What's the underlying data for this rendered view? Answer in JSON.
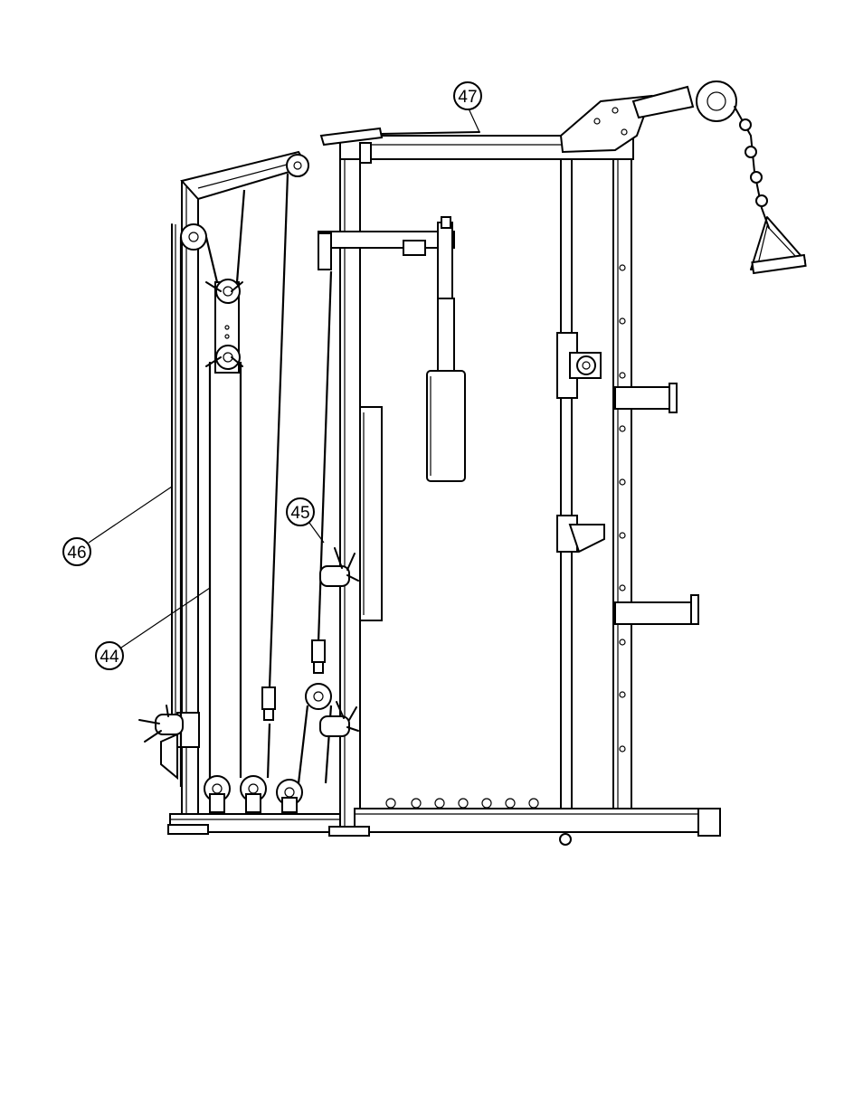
{
  "callouts": [
    {
      "label": "47"
    },
    {
      "label": "46"
    },
    {
      "label": "45"
    },
    {
      "label": "44"
    }
  ]
}
